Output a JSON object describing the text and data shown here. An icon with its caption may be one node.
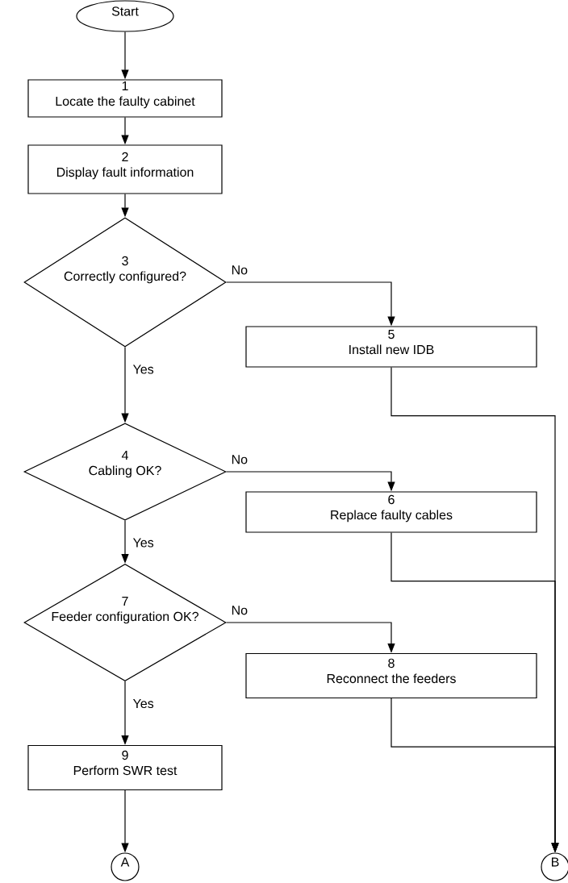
{
  "diagram": {
    "nodes": [
      {
        "text": [
          "Start"
        ]
      },
      {
        "text": [
          "1",
          "Locate the faulty cabinet"
        ]
      },
      {
        "text": [
          "2",
          "Display fault information"
        ]
      },
      {
        "text": [
          "3",
          "Correctly configured?"
        ]
      },
      {
        "text": [
          "5",
          "Install new IDB"
        ]
      },
      {
        "text": [
          "4",
          "Cabling OK?"
        ]
      },
      {
        "text": [
          "6",
          "Replace faulty cables"
        ]
      },
      {
        "text": [
          "7",
          "Feeder configuration OK?"
        ]
      },
      {
        "text": [
          "8",
          "Reconnect the feeders"
        ]
      },
      {
        "text": [
          "9",
          "Perform SWR test"
        ]
      },
      {
        "text": [
          "A"
        ]
      },
      {
        "text": [
          "B"
        ]
      }
    ],
    "edges": [
      {
        "from": 0,
        "to": 1,
        "arrow": "to"
      },
      {
        "from": 1,
        "to": 2,
        "arrow": "to"
      },
      {
        "from": 2,
        "to": 3,
        "arrow": "to"
      },
      {
        "from": 3,
        "to": 4,
        "arrow": "to",
        "label": "No"
      },
      {
        "from": 3,
        "to": 5,
        "arrow": "to",
        "label": "Yes"
      },
      {
        "from": 5,
        "to": 6,
        "arrow": "to",
        "label": "No"
      },
      {
        "from": 5,
        "to": 7,
        "arrow": "to",
        "label": "Yes"
      },
      {
        "from": 7,
        "to": 8,
        "arrow": "to",
        "label": "No"
      },
      {
        "from": 7,
        "to": 9,
        "arrow": "to",
        "label": "Yes"
      },
      {
        "from": 9,
        "to": 10,
        "arrow": "to"
      },
      {
        "from": 4,
        "to": 11,
        "arrow": "to"
      },
      {
        "from": 6,
        "to": 11,
        "arrow": "to"
      },
      {
        "from": 8,
        "to": 11,
        "arrow": "to"
      }
    ]
  }
}
